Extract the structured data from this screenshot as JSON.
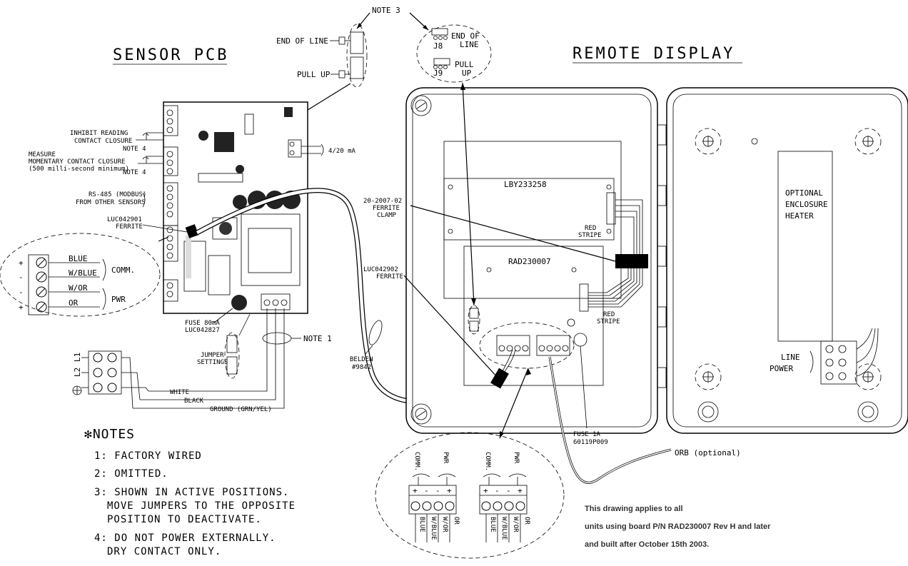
{
  "titles": {
    "sensor_pcb": "SENSOR PCB",
    "remote_display": "REMOTE DISPLAY"
  },
  "notes_top": {
    "note3": "NOTE 3",
    "end_of_line": "END OF LINE",
    "pull_up": "PULL UP",
    "j8": "J8",
    "j8_label1": "END OF",
    "j8_label2": "LINE",
    "j9": "J9",
    "j9_label1": "PULL",
    "j9_label2": "UP"
  },
  "sensor_labels": {
    "inhibit1": "INHIBIT READING",
    "inhibit2": "CONTACT CLOSURE",
    "note4a": "NOTE 4",
    "measure1": "MEASURE",
    "measure2": "MOMENTARY CONTACT CLOSURE",
    "measure3": "(500 milli-second minimum)",
    "note4b": "NOTE 4",
    "rs485_1": "RS-485 (MODBUS)",
    "rs485_2": "FROM OTHER SENSORS",
    "luc1": "LUC042901",
    "luc2": "FERRITE",
    "ma": "4/20 mA",
    "fuse1": "FUSE 80mA",
    "fuse2": "LUC042827",
    "jumper1": "JUMPER",
    "jumper2": "SETTINGS",
    "note1": "NOTE 1",
    "white": "WHITE",
    "black": "BLACK",
    "ground": "GROUND (GRN/YEL)",
    "l1": "L1",
    "l2": "L2"
  },
  "terminal_left": {
    "blue": "BLUE",
    "wblue": "W/BLUE",
    "wor": "W/OR",
    "or": "OR",
    "comm": "COMM.",
    "pwr": "PWR",
    "plus": "+",
    "minus": "-"
  },
  "remote_labels": {
    "lby": "LBY233258",
    "rad": "RAD230007",
    "ferrite_clamp1": "20-2007-02",
    "ferrite_clamp2": "FERRITE",
    "ferrite_clamp3": "CLAMP",
    "red_stripe1": "RED",
    "red_stripe2": "STRIPE",
    "luc902_1": "LUC042902",
    "luc902_2": "FERRITE",
    "belden1": "BELDEN",
    "belden2": "#9842",
    "heater1": "OPTIONAL",
    "heater2": "ENCLOSURE",
    "heater3": "HEATER",
    "line1": "LINE",
    "line2": "POWER",
    "fuse1": "FUSE 1A",
    "fuse2": "60119P009",
    "orb": "ORB (optional)"
  },
  "notes": {
    "header": "✻NOTES",
    "n1": "1: FACTORY WIRED",
    "n2": "2: OMITTED.",
    "n3a": "3: SHOWN IN ACTIVE POSITIONS.",
    "n3b": "MOVE JUMPERS TO THE OPPOSITE",
    "n3c": "POSITION TO DEACTIVATE.",
    "n4a": "4: DO NOT POWER EXTERNALLY.",
    "n4b": "DRY CONTACT ONLY."
  },
  "bottom_terminals": {
    "comm": "COMM.",
    "pwr": "PWR",
    "signs": [
      "+",
      "-",
      "-",
      "+"
    ],
    "wires": [
      "BLUE",
      "W/BLUE",
      "W/OR",
      "OR"
    ]
  },
  "disclaimer": {
    "line1": "This drawing applies to all",
    "line2": "units using board P/N RAD230007 Rev H and later",
    "line3": "and built after October 15th 2003."
  }
}
